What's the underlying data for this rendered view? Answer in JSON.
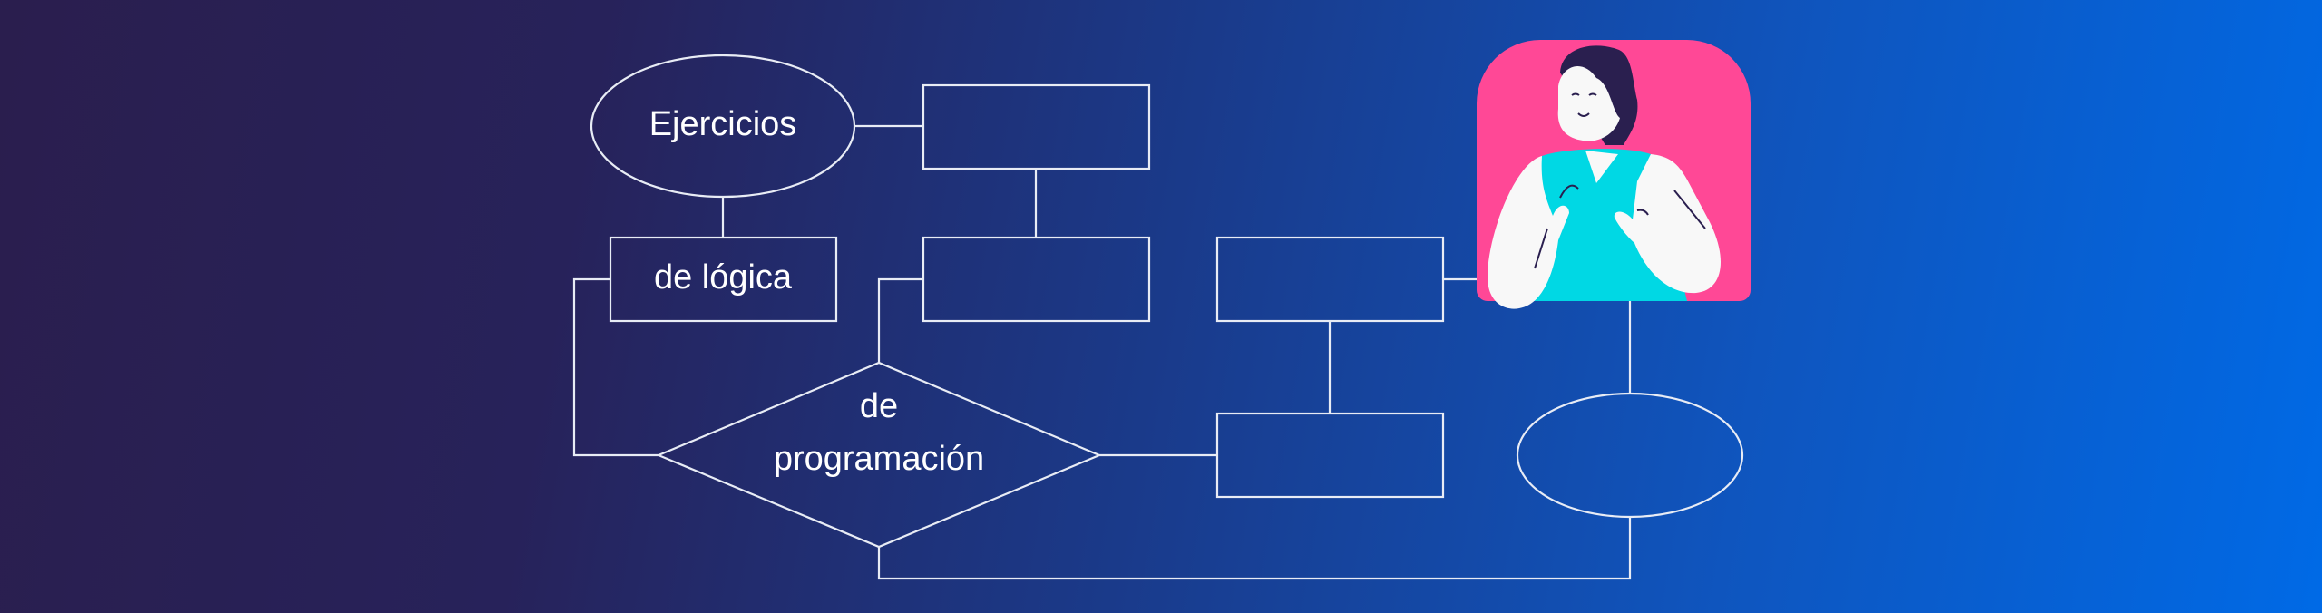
{
  "diagram": {
    "nodes": {
      "start_ellipse": "Ejercicios",
      "logic_box": "de lógica",
      "decision_line1": "de",
      "decision_line2": "programación"
    }
  },
  "colors": {
    "card": "#ff4896",
    "shirt": "#00d8e4",
    "hair": "#2a1f4f",
    "skin": "#f8f8f8",
    "line": "#e8ecf5"
  }
}
